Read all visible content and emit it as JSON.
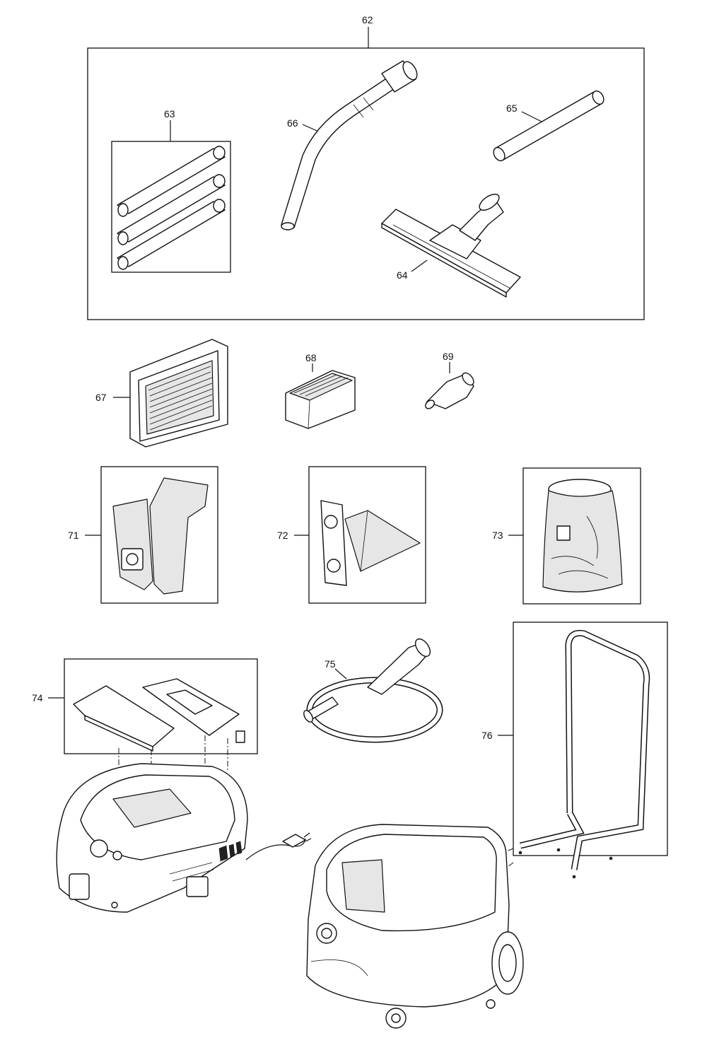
{
  "callouts": {
    "c62": "62",
    "c63": "63",
    "c64": "64",
    "c65": "65",
    "c66": "66",
    "c67": "67",
    "c68": "68",
    "c69": "69",
    "c71": "71",
    "c72": "72",
    "c73": "73",
    "c74": "74",
    "c75": "75",
    "c76": "76"
  },
  "colors": {
    "line": "#111111",
    "background": "#ffffff",
    "shade": "#e6e6e6"
  }
}
